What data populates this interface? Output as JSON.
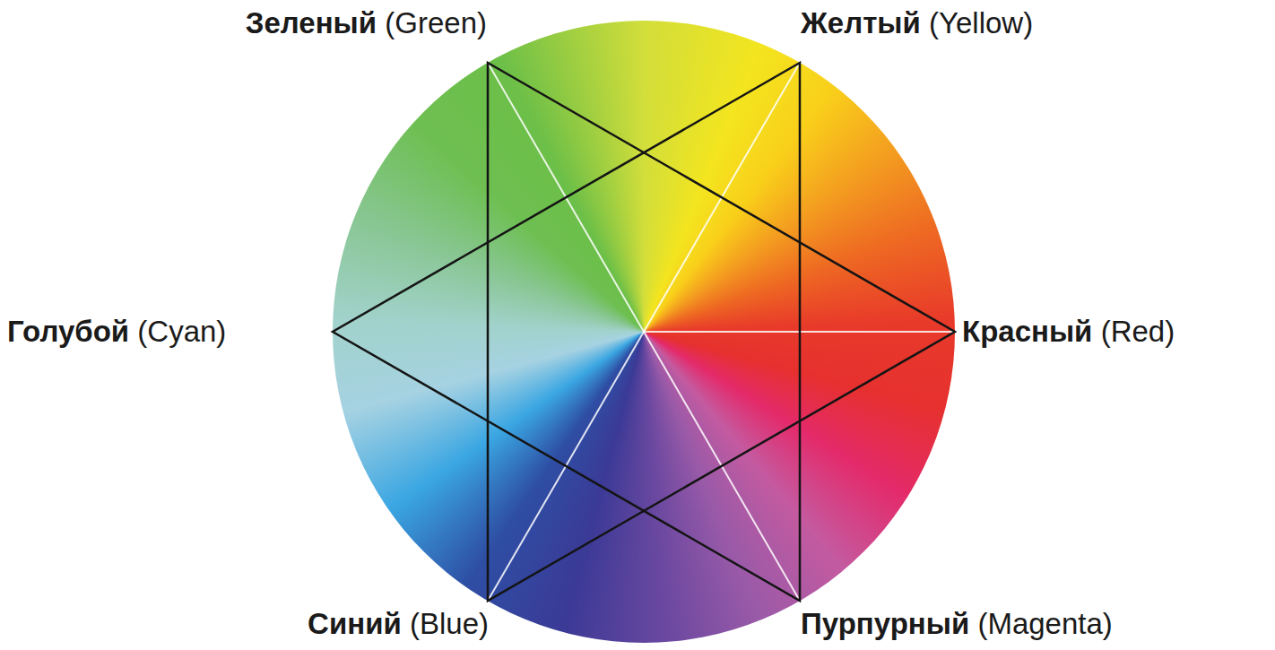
{
  "diagram": {
    "labels": [
      "Зеленый",
      "(Green)",
      "Желтый",
      "(Yellow)",
      "Голубой",
      "(Cyan)",
      "Красный",
      "(Red)",
      "Синий",
      "(Blue)",
      "Пурпурный",
      "(Magenta)"
    ]
  }
}
